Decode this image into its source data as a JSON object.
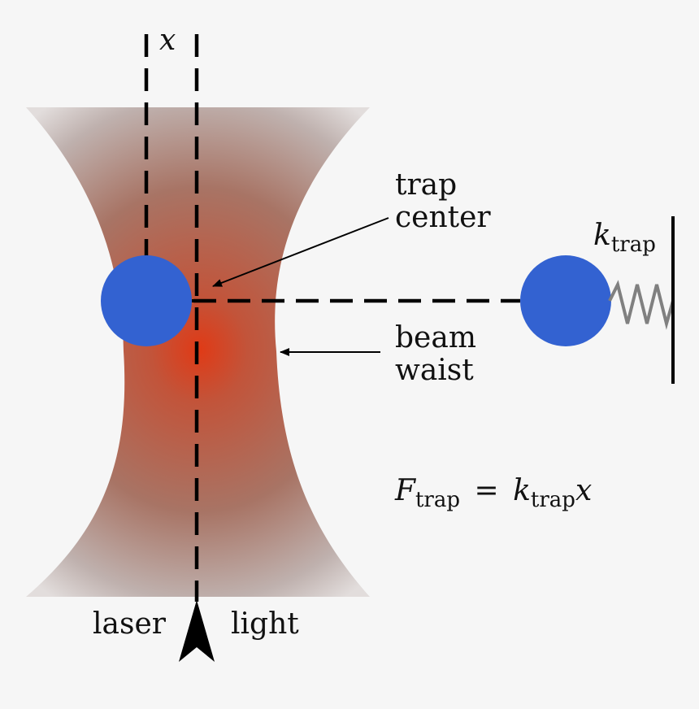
{
  "labels": {
    "x_axis_symbol": "x",
    "trap_center_line1": "trap",
    "trap_center_line2": "center",
    "beam_waist_line1": "beam",
    "beam_waist_line2": "waist",
    "laser": "laser",
    "light": "light"
  },
  "spring_constant": {
    "symbol": "k",
    "subscript": "trap"
  },
  "equation": {
    "lhs_symbol": "F",
    "lhs_subscript": "trap",
    "equals": "=",
    "rhs_symbol": "k",
    "rhs_subscript": "trap",
    "rhs_variable": "x"
  },
  "colors": {
    "background": "#f6f6f6",
    "beam_center": "#e03a16",
    "beam_mid": "#a56a5c",
    "beam_edge": "#cfcaca",
    "bead": "#3362d1",
    "spring": "#808080",
    "line": "#000000"
  }
}
